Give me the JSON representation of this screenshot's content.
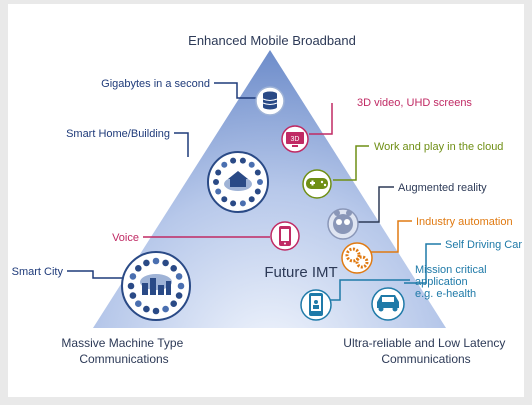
{
  "title": "Enhanced Mobile Broadband",
  "center_label": "Future IMT",
  "corners": {
    "bottom_left": [
      "Massive Machine Type",
      "Communications"
    ],
    "bottom_right": [
      "Ultra-reliable and Low Latency",
      "Communications"
    ]
  },
  "labels": {
    "gigabytes": "Gigabytes in a second",
    "smart_home": "Smart Home/Building",
    "voice": "Voice",
    "smart_city": "Smart City",
    "video": "3D video, UHD screens",
    "cloud": "Work and play in the cloud",
    "ar": "Augmented reality",
    "industry": "Industry automation",
    "self_driving": "Self Driving Car",
    "mission": [
      "Mission critical",
      "application",
      "e.g. e-health"
    ]
  },
  "icon_badges": {
    "video": "3D"
  },
  "colors": {
    "title_text": "#2d3a57",
    "label_text": "#1f3b7a",
    "line_blue": "#1f3b7a",
    "voice": "#c02a64",
    "video": "#c02a64",
    "cloud": "#6f8f15",
    "ar": "#2d3a57",
    "industry": "#e07a12",
    "self_driving": "#1f7aa8",
    "mission": "#1f7aa8",
    "triangle_light": "#f1f5fc",
    "triangle_dark": "#6c8bc9"
  }
}
